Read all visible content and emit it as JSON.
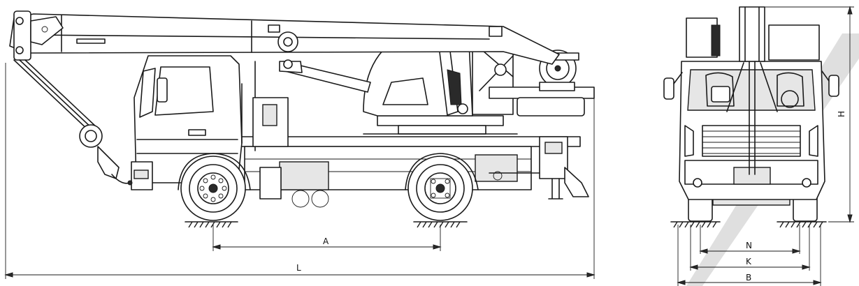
{
  "dimensions": {
    "wheelbase_label": "A",
    "overall_length_label": "L",
    "height_label": "H",
    "track_inner_label": "N",
    "track_label": "K",
    "width_label": "B"
  },
  "colors": {
    "line": "#1a1a1a",
    "background": "#ffffff",
    "watermark": "#d0d0d0"
  }
}
